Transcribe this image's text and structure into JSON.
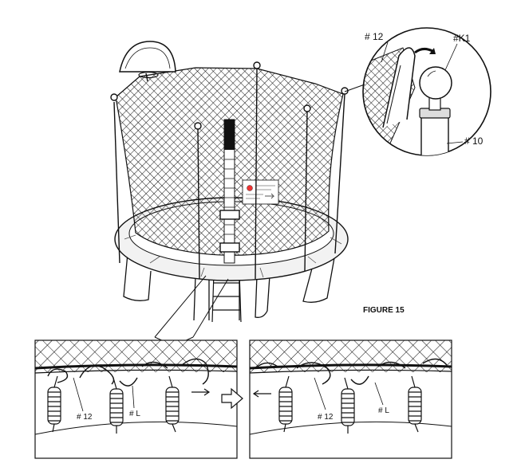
{
  "caption": "FIGURE 15",
  "inset_top": {
    "labels": {
      "part_12": "# 12",
      "part_k1": "#K1",
      "part_10": "# 10"
    }
  },
  "detail_left": {
    "labels": {
      "part_12": "# 12",
      "part_l": "# L"
    }
  },
  "detail_right": {
    "labels": {
      "part_12": "# 12",
      "part_l": "# L"
    }
  },
  "colors": {
    "ink": "#111111",
    "paper": "#ffffff",
    "mat": "#f2f2f2"
  }
}
